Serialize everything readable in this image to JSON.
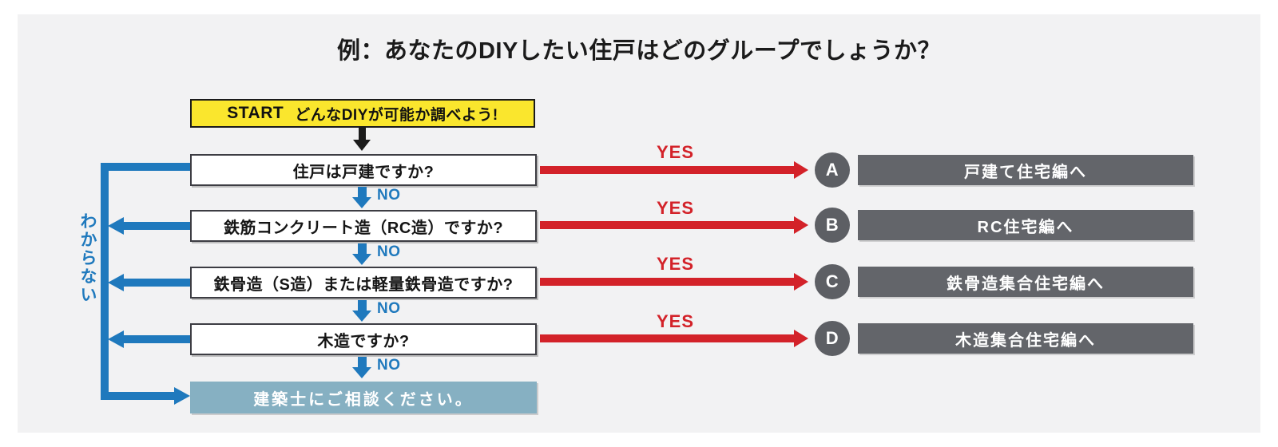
{
  "page": {
    "title": "例：あなたのDIYしたい住戸はどのグループでしょうか？",
    "background_color": "#f2f2f3",
    "outer_color": "#ffffff"
  },
  "start": {
    "label": "START",
    "text": "どんなDIYが可能か調べよう!",
    "background_color": "#fae62d",
    "border_color": "#1b1b1b"
  },
  "flow": {
    "yes_label": "YES",
    "no_label": "NO",
    "unknown_label": "わからない",
    "yes_color": "#d32229",
    "no_color": "#1f79bd",
    "start_arrow_color": "#1b1b1b"
  },
  "questions": [
    {
      "id": "q1",
      "text": "住戸は戸建ですか?"
    },
    {
      "id": "q2",
      "text": "鉄筋コンクリート造（RC造）ですか?"
    },
    {
      "id": "q3",
      "text": "鉄骨造（S造）または軽量鉄骨造ですか?"
    },
    {
      "id": "q4",
      "text": "木造ですか?"
    }
  ],
  "results": [
    {
      "badge": "A",
      "text": "戸建て住宅編へ"
    },
    {
      "badge": "B",
      "text": "RC住宅編へ"
    },
    {
      "badge": "C",
      "text": "鉄骨造集合住宅編へ"
    },
    {
      "badge": "D",
      "text": "木造集合住宅編へ"
    }
  ],
  "final": {
    "text": "建築士にご相談ください。",
    "background_color": "#86b0c2",
    "text_color": "#ffffff"
  }
}
